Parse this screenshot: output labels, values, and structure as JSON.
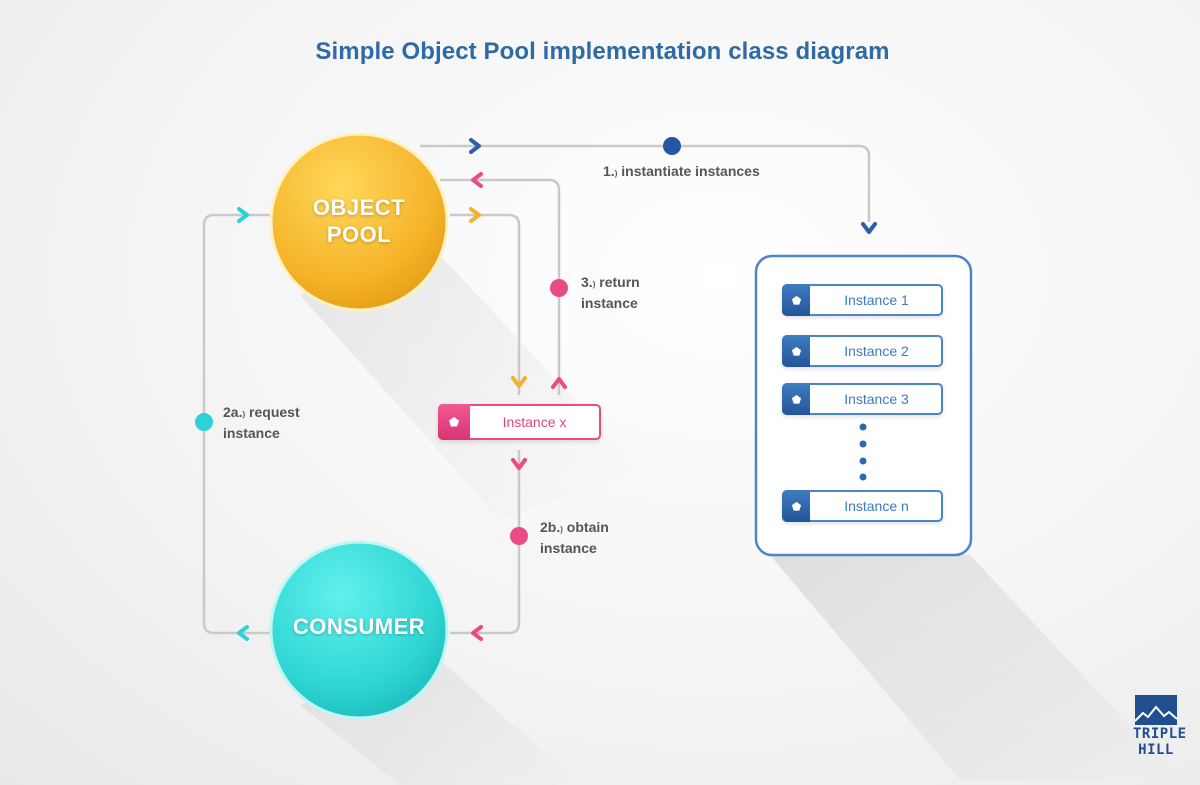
{
  "title": "Simple Object Pool implementation class diagram",
  "nodes": {
    "object_pool": {
      "line1": "OBJECT",
      "line2": "POOL"
    },
    "consumer": {
      "label": "CONSUMER"
    },
    "instance_x": {
      "label": "Instance x"
    }
  },
  "instances": [
    "Instance 1",
    "Instance 2",
    "Instance 3",
    "Instance n"
  ],
  "steps": {
    "s1": {
      "num": "1.",
      "sub": ")",
      "text": "instantiate instances"
    },
    "s2a": {
      "num": "2a.",
      "sub": ")",
      "line1": "request",
      "line2": "instance"
    },
    "s2b": {
      "num": "2b.",
      "sub": ")",
      "line1": "obtain",
      "line2": "instance"
    },
    "s3": {
      "num": "3.",
      "sub": ")",
      "line1": "return",
      "line2": "instance"
    }
  },
  "logo": {
    "line1": "TRIPLE",
    "line2": "HILL"
  },
  "colors": {
    "title": "#2d6aa6",
    "object_pool": "#f5b42a",
    "consumer": "#2fd6d4",
    "instance_x": "#e94b86",
    "instances": "#3d7ac0",
    "connector": "#c8c8c8",
    "teal_dot": "#2dd2d4",
    "pink_dot": "#ea4b84",
    "blue_dot": "#2457a4"
  }
}
